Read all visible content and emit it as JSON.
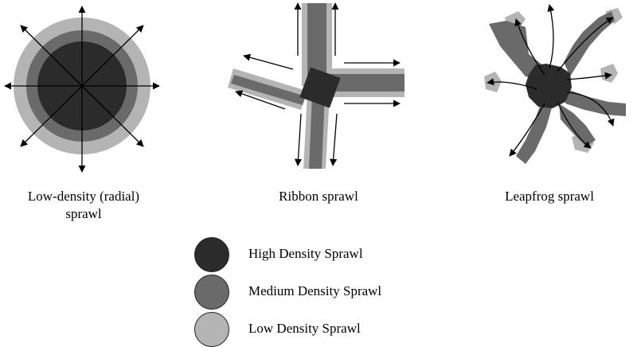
{
  "colors": {
    "high": "#2b2b2b",
    "medium": "#6a6a6a",
    "low": "#b4b4b4",
    "arrow": "#000000"
  },
  "panels": [
    {
      "type": "radial",
      "caption_line1": "Low-density (radial)",
      "caption_line2": "sprawl"
    },
    {
      "type": "ribbon",
      "caption_line1": "Ribbon sprawl"
    },
    {
      "type": "leapfrog",
      "caption_line1": "Leapfrog sprawl"
    }
  ],
  "legend": [
    {
      "label": "High Density Sprawl",
      "level": "high"
    },
    {
      "label": "Medium Density Sprawl",
      "level": "medium"
    },
    {
      "label": "Low Density Sprawl",
      "level": "low"
    }
  ]
}
